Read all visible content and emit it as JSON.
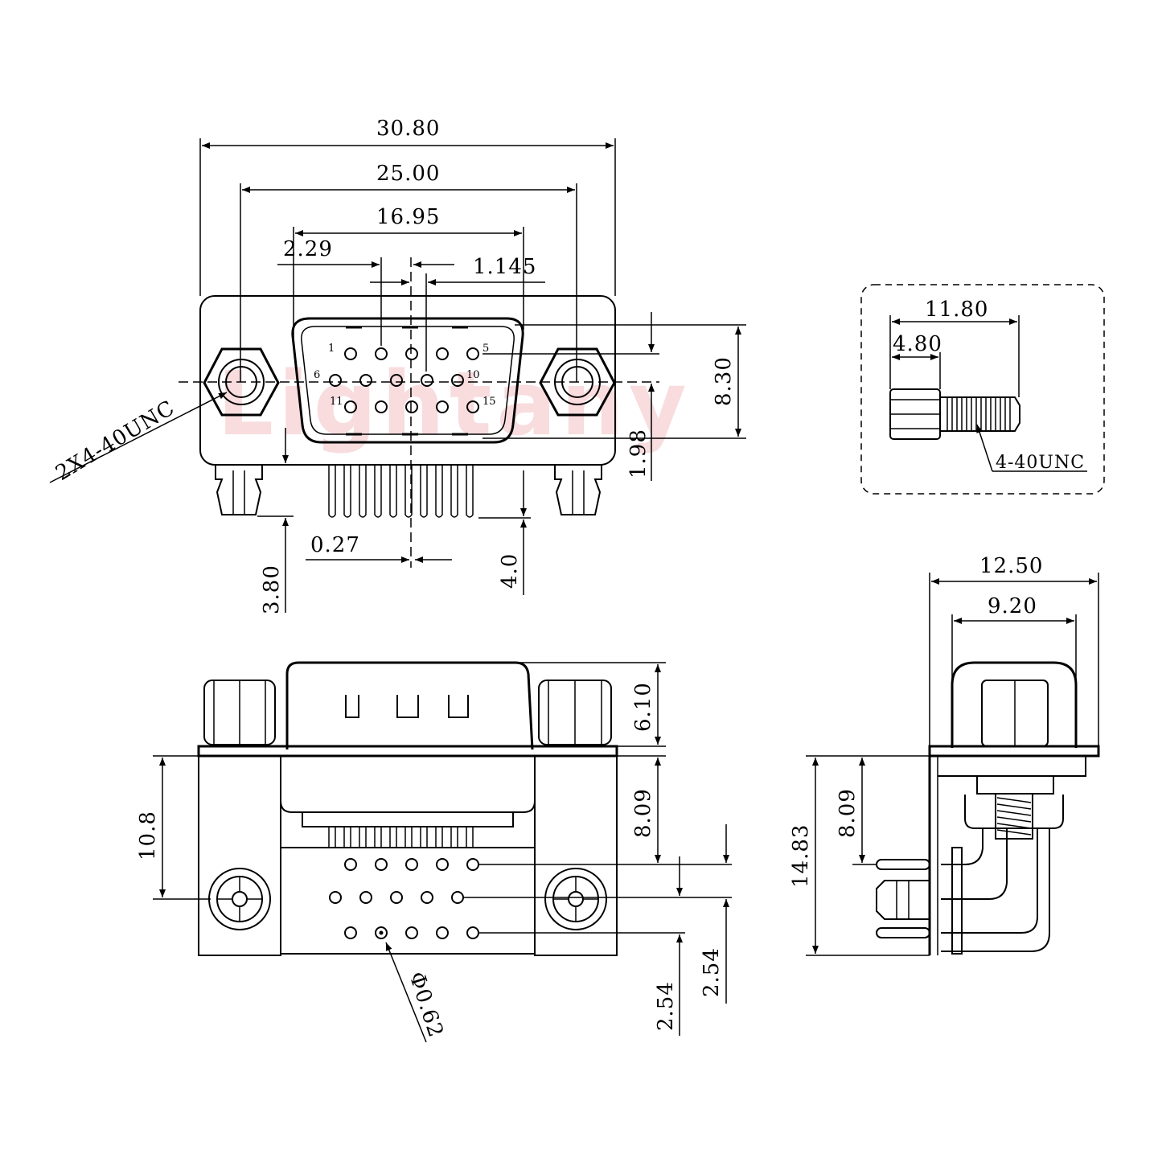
{
  "watermark": "Lightany",
  "front_view": {
    "dims": {
      "overall_width": "30.80",
      "mount_pitch": "25.00",
      "shell_width": "16.95",
      "pin_pitch": "2.29",
      "half_pitch": "1.145",
      "shell_height": "8.30",
      "row_offset": "1.98",
      "pin_width": "0.27",
      "tail_length": "4.0",
      "flange_depth": "3.80"
    },
    "screw_callout": "2X4-40UNC",
    "pin_labels": {
      "p1": "1",
      "p5": "5",
      "p6": "6",
      "p10": "10",
      "p11": "11",
      "p15": "15"
    }
  },
  "screw_detail": {
    "dims": {
      "length": "11.80",
      "head": "4.80"
    },
    "thread": "4-40UNC"
  },
  "bottom_view": {
    "dims": {
      "body_height": "10.8",
      "top_height": "6.10",
      "offset": "8.09",
      "row_pitch_a": "2.54",
      "row_pitch_b": "2.54",
      "hole_dia": "Φ0.62"
    }
  },
  "side_view": {
    "dims": {
      "overall_depth": "12.50",
      "shell_depth": "9.20",
      "height": "14.83",
      "offset": "8.09"
    }
  }
}
